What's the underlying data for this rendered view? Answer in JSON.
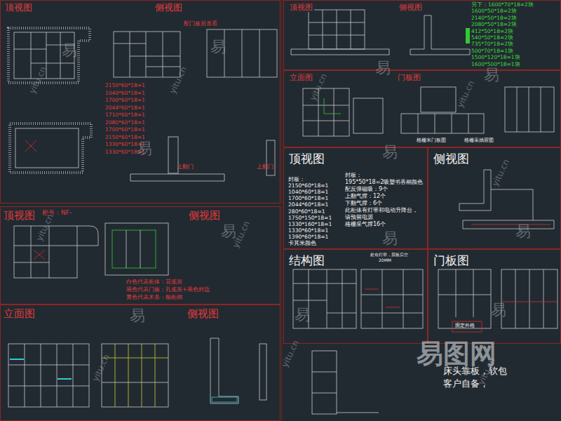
{
  "diagram": {
    "nodes": [
      {
        "text": [
          "顶视图",
          "侧视图"
        ]
      },
      {
        "text": [
          "顶视图",
          "侧视图"
        ]
      },
      {
        "text": [
          "立面图",
          "门板图"
        ]
      },
      {
        "text": [
          "顶视图"
        ]
      },
      {
        "text": [
          "侧视图"
        ]
      },
      {
        "text": [
          "结构图"
        ]
      },
      {
        "text": [
          "门板图"
        ]
      },
      {
        "text": [
          "顶视图",
          "侧视图"
        ]
      },
      {
        "text": [
          "立面图",
          "侧视图"
        ]
      }
    ],
    "labels": [
      "2150*60*18=1",
      "1040*60*18=1",
      "1700*60*18=1",
      "2044*60*18=1",
      "1710*60*18=1",
      "2080*60*18=1",
      "1700*60*18=1",
      "2150*60*18=1",
      "1330*60*18=1",
      "1330*60*18=1",
      "配门板后直看",
      "上翻门",
      "上翻门",
      "另下：1600*70*18=2块",
      "1600*50*18=2块",
      "2140*50*18=2块",
      "2080*50*18=2块",
      "412*50*18=2块",
      "540*50*18=2块",
      "735*70*18=2块",
      "500*70*18=1块",
      "1500*120*18=1块",
      "1600*500*18=1块",
      "封板：",
      "2150*60*18=1",
      "1040*60*18=1",
      "1700*60*18=1",
      "2044*60*18=1",
      "280*60*18=1",
      "1750*150*18=1",
      "1330*160*18=1",
      "1330*60*18=1",
      "1390*60*18=1",
      "卡其米颜色",
      "封板：",
      "195*50*18=2吸塑书香桐颜色",
      "配反弹磁吸：9个",
      "上翻气撑：12个",
      "下翻气撑：6个",
      "此柜体有灯带和电动升降台，",
      "请预留电源",
      "格栅采气撑16个",
      "处有灯带，层板后空",
      "20MM",
      "固定外格",
      "柜号：NF-",
      "白色代表柜体：花雀灰",
      "黑色代表门板：孔雀灰+黑色封边",
      "黄色代表木条：橱柜桐",
      "床头靠板，软包客户自备，",
      "易图网",
      "格栅米门板图",
      "格栅采抽屉图",
      "易",
      "易",
      "易",
      "易",
      "易",
      "易",
      "易",
      "易",
      "易",
      "易",
      "易",
      "易",
      "yitu.cn",
      "yitu.cn",
      "yitu.cn",
      "yitu.cn",
      "yitu.cn",
      "yitu.cn",
      "yitu.cn",
      "yitu.cn",
      "yitu.cn",
      "yitu.cn"
    ]
  }
}
